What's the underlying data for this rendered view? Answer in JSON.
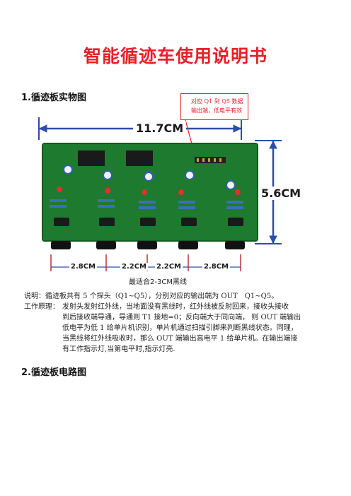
{
  "document": {
    "title": "智能循迹车使用说明书",
    "section1_heading": "1.循迹板实物图",
    "section2_heading": "2.循迹板电路图"
  },
  "figure": {
    "callout_lines": [
      "对应 Q1 到 Q5 数据",
      "输出端，低电平有效"
    ],
    "width_label": "11.7CM",
    "height_label": "5.6CM",
    "spacing_labels": [
      "2.8CM",
      "2.2CM",
      "2.2CM",
      "2.8CM"
    ],
    "fit_note": "最适合2-3CM黑线",
    "board_color": "#1e7a2e",
    "dimension_color": "#2a4fa8",
    "accent_color": "#e8202a"
  },
  "description": {
    "line": "说明：循迹板共有 5 个探头（Q1~Q5），分别对应的输出端为 OUT　Q1~Q5。",
    "working_label": "工作原理：",
    "working_lines": [
      "发射头发射红外线，当地面没有黑线时，红外线被反射回来，接收头接收",
      "到后接收端导通，导通则 T1 接地=0；反向端大于同向端， 则 OUT 端输出",
      "低电平为低 1 给单片机识别，单片机通过扫描引脚来判断黑线状态。同理，",
      "当黑线将红外线吸收时，那么 OUT 端输出高电平 1 给单片机。在输出端接",
      "有工作指示灯,当第电平时,指示灯亮."
    ]
  }
}
